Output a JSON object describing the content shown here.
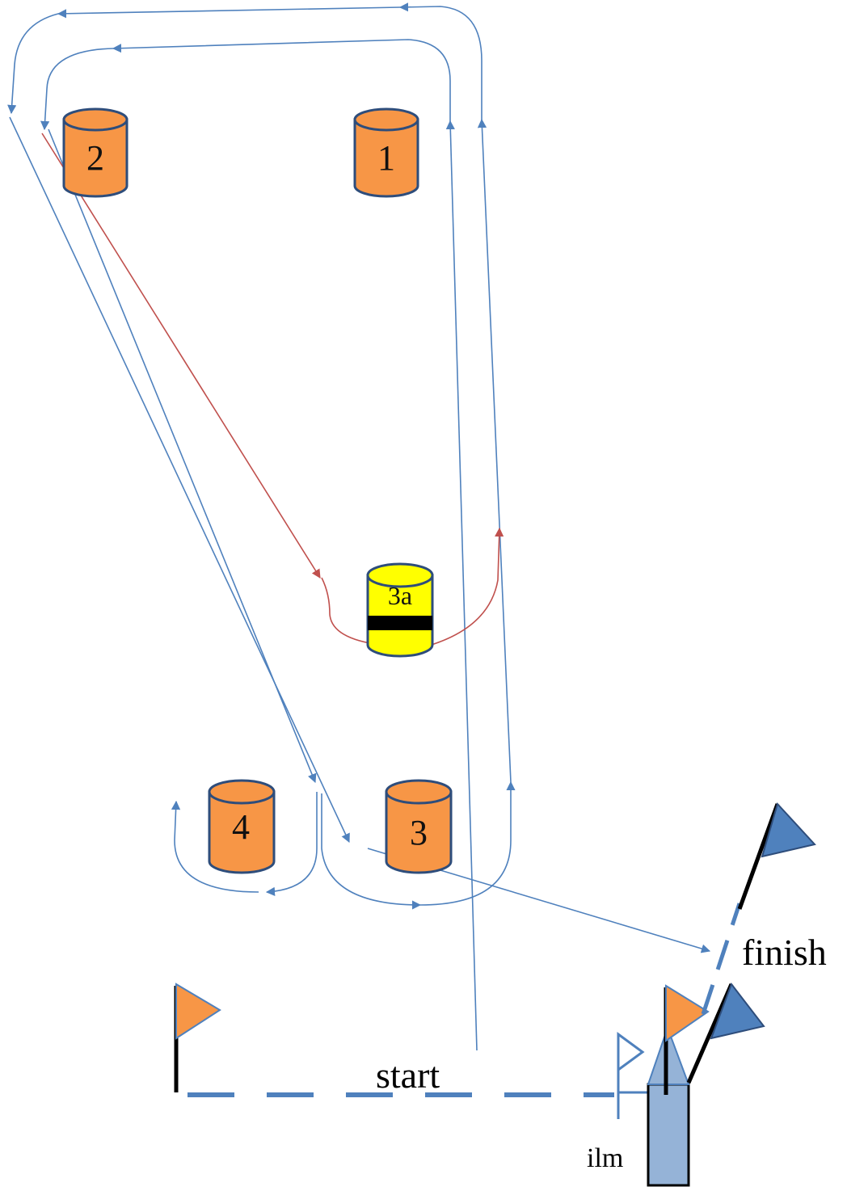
{
  "barrels": [
    {
      "id": "1",
      "label": "1",
      "color": "#F79646"
    },
    {
      "id": "2",
      "label": "2",
      "color": "#F79646"
    },
    {
      "id": "3",
      "label": "3",
      "color": "#F79646"
    },
    {
      "id": "4",
      "label": "4",
      "color": "#F79646"
    },
    {
      "id": "3a",
      "label": "3a",
      "color": "#FFFF00"
    }
  ],
  "labels": {
    "start": "start",
    "finish": "finish",
    "ilm": "ilm"
  },
  "colors": {
    "path_blue": "#4F81BD",
    "path_red": "#C0504D",
    "barrel_outline": "#2E4D7B",
    "orange_fill": "#F79646",
    "yellow_fill": "#FFFF00",
    "flag_blue": "#4F81BD",
    "light_blue_box": "#95B3D7",
    "black": "#000000"
  }
}
